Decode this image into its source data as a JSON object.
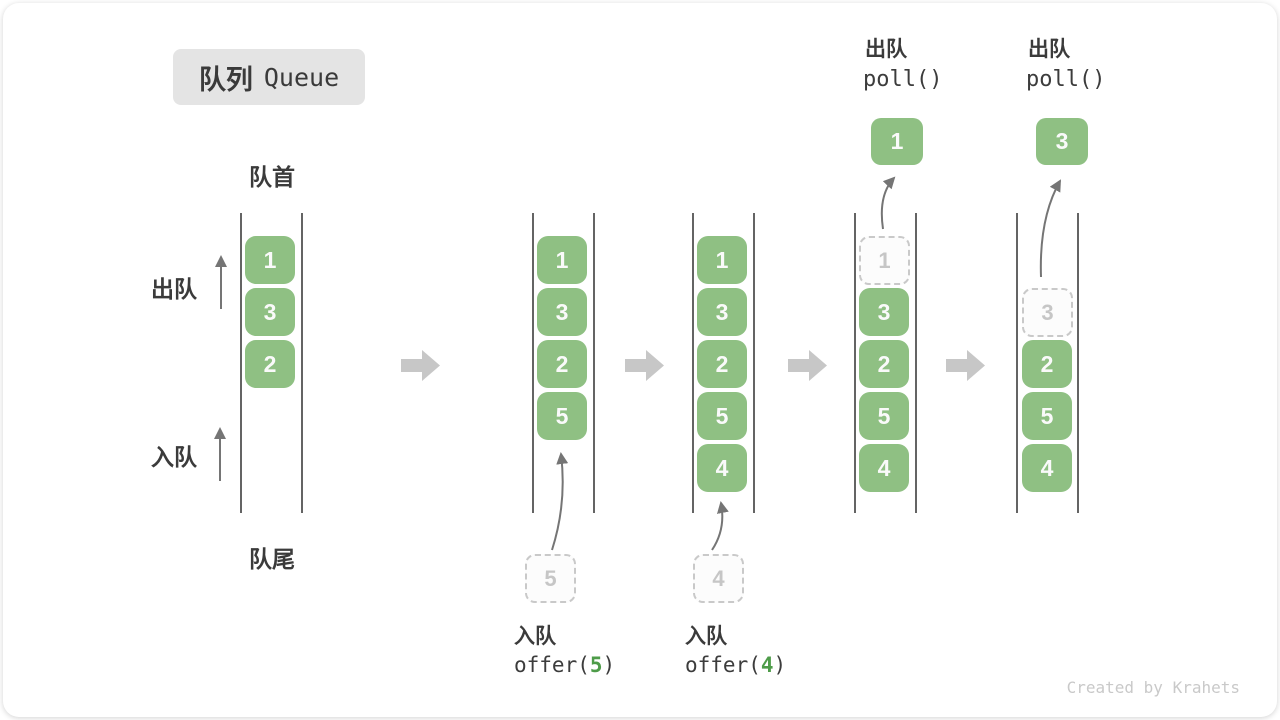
{
  "title": {
    "zh": "队列",
    "en": "Queue"
  },
  "side_labels": {
    "front": "队首",
    "rear": "队尾",
    "dequeue": "出队",
    "enqueue": "入队"
  },
  "queues": {
    "q1": {
      "values": [
        "1",
        "3",
        "2"
      ]
    },
    "q2": {
      "values": [
        "1",
        "3",
        "2",
        "5"
      ],
      "ghost": "5"
    },
    "q3": {
      "values": [
        "1",
        "3",
        "2",
        "5",
        "4"
      ],
      "ghost": "4"
    },
    "q4": {
      "values": [
        "3",
        "2",
        "5",
        "4"
      ],
      "ghost": "1",
      "out": "1"
    },
    "q5": {
      "values": [
        "2",
        "5",
        "4"
      ],
      "ghost": "3",
      "out": "3"
    }
  },
  "operations": {
    "enqueue5": {
      "label": "入队",
      "code_prefix": "offer(",
      "code_arg": "5",
      "code_suffix": ")"
    },
    "enqueue4": {
      "label": "入队",
      "code_prefix": "offer(",
      "code_arg": "4",
      "code_suffix": ")"
    },
    "poll1": {
      "label": "出队",
      "code": "poll()"
    },
    "poll2": {
      "label": "出队",
      "code": "poll()"
    }
  },
  "watermark": "Created by Krahets",
  "colors": {
    "item_green": "#8FC083",
    "accent_green": "#4E9C49",
    "flow_arrow_gray": "#C7C7C7",
    "container_line_gray": "#646464",
    "text_dark": "#3B3B3B",
    "ghost_gray": "#C9C9C9",
    "badge_bg": "#E4E4E4",
    "watermark_gray": "#C9C9C9"
  }
}
